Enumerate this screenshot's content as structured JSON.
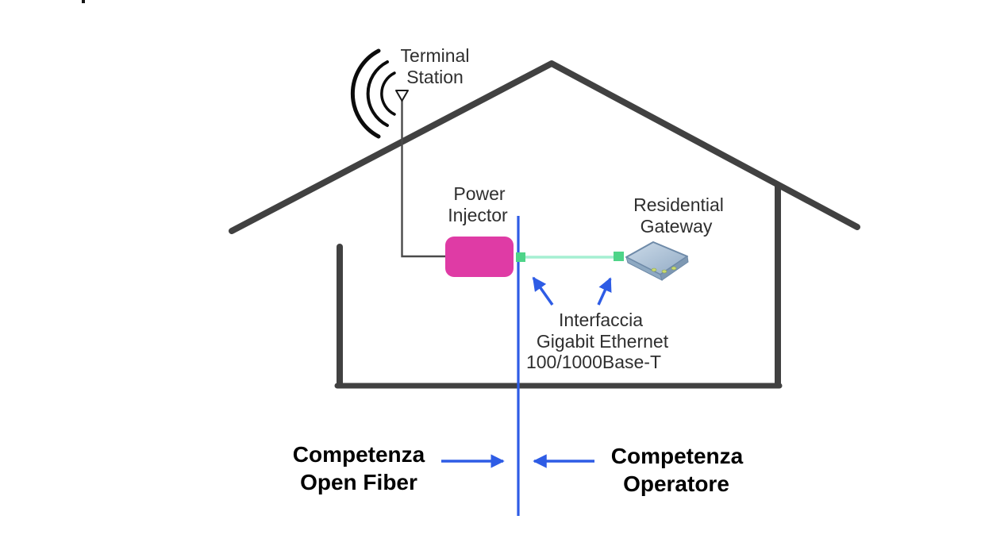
{
  "colors": {
    "house": "#414141",
    "wire": "#4a4a4a",
    "magenta": "#df3ba5",
    "blue": "#2e5ce5",
    "green_connector": "#4ed488",
    "green_link": "#a5efd2",
    "text": "#2f2f2f",
    "bold_text": "#000000",
    "gateway_top": "#a9bfd6",
    "gateway_edge": "#6e8aa8",
    "gateway_side": "#8ea9c2",
    "led": "#c9da6e"
  },
  "diagram": {
    "terminal_station": {
      "line1": "Terminal",
      "line2": "Station"
    },
    "power_injector": {
      "line1": "Power",
      "line2": "Injector"
    },
    "residential_gateway": {
      "line1": "Residential",
      "line2": "Gateway"
    },
    "interface_label": {
      "line1": "Interfaccia",
      "line2": "Gigabit Ethernet",
      "line3": "100/1000Base-T"
    },
    "zone_left": {
      "line1": "Competenza",
      "line2": "Open Fiber"
    },
    "zone_right": {
      "line1": "Competenza",
      "line2": "Operatore"
    }
  }
}
